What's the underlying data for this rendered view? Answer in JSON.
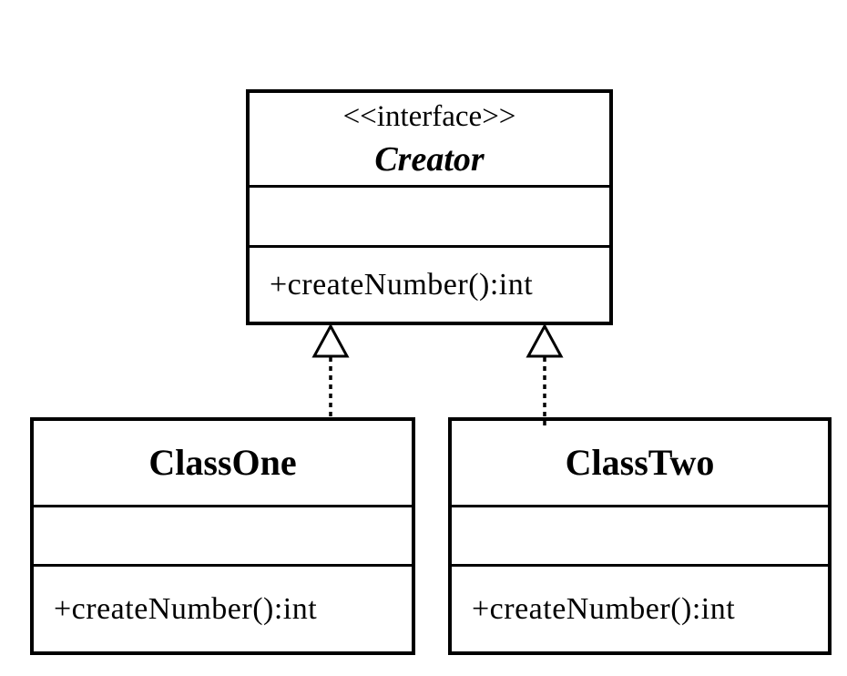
{
  "diagram": {
    "kind": "uml-class-diagram",
    "interface": {
      "stereotype": "<<interface>>",
      "name": "Creator",
      "attributes": [],
      "operations": [
        "+createNumber():int"
      ]
    },
    "classes": [
      {
        "name": "ClassOne",
        "attributes": [],
        "operations": [
          "+createNumber():int"
        ]
      },
      {
        "name": "ClassTwo",
        "attributes": [],
        "operations": [
          "+createNumber():int"
        ]
      }
    ],
    "relations": [
      {
        "from": "ClassOne",
        "to": "Creator",
        "type": "realization",
        "line_style": "dashed",
        "arrowhead": "hollow-triangle"
      },
      {
        "from": "ClassTwo",
        "to": "Creator",
        "type": "realization",
        "line_style": "dashed",
        "arrowhead": "hollow-triangle"
      }
    ],
    "colors": {
      "line": "#000000",
      "text": "#000000",
      "box_fill": "#ffffff",
      "background": "#ffffff"
    }
  }
}
